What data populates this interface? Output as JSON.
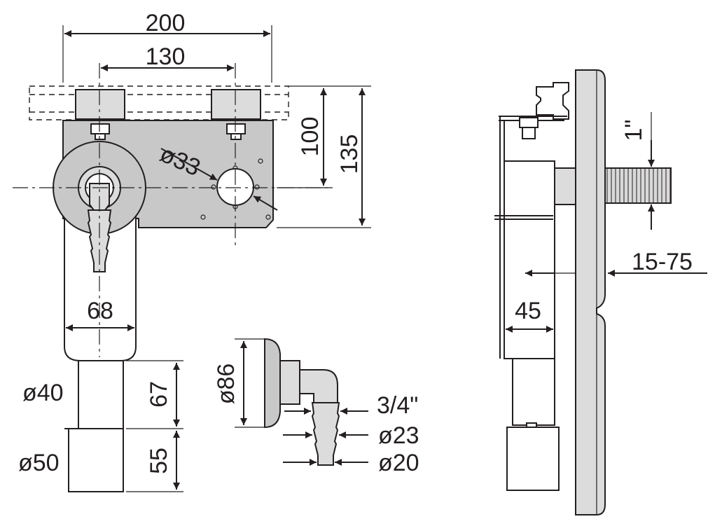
{
  "dimensions": {
    "width_200": "200",
    "width_130": "130",
    "dia_33": "ø33",
    "height_100": "100",
    "height_135": "135",
    "width_68": "68",
    "dia_40": "ø40",
    "dia_50": "ø50",
    "height_67": "67",
    "height_55": "55",
    "dia_86": "ø86",
    "thread_3_4": "3/4\"",
    "dia_23": "ø23",
    "dia_20": "ø20",
    "thread_1": "1\"",
    "range_15_75": "15-75",
    "depth_45": "45"
  },
  "colors": {
    "line": "#231f20",
    "part_fill": "#c8c8c8",
    "panel_fill": "#dcdcdc"
  }
}
